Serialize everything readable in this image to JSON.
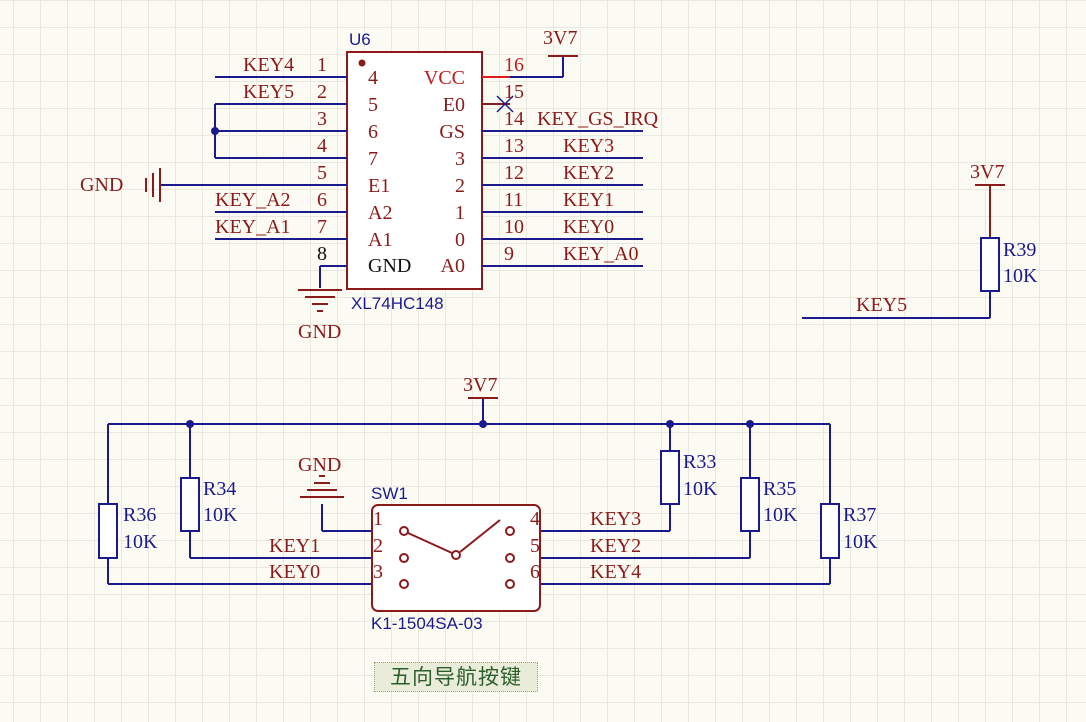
{
  "u6": {
    "ref": "U6",
    "part": "XL74HC148",
    "left_pins": [
      {
        "net": "KEY4",
        "num": "1",
        "name": "4"
      },
      {
        "net": "KEY5",
        "num": "2",
        "name": "5"
      },
      {
        "net": "",
        "num": "3",
        "name": "6"
      },
      {
        "net": "",
        "num": "4",
        "name": "7"
      },
      {
        "net": "",
        "num": "5",
        "name": "E1"
      },
      {
        "net": "KEY_A2",
        "num": "6",
        "name": "A2"
      },
      {
        "net": "KEY_A1",
        "num": "7",
        "name": "A1"
      },
      {
        "net": "",
        "num": "8",
        "name": "GND"
      }
    ],
    "right_pins": [
      {
        "net": "",
        "num": "16",
        "name": "VCC"
      },
      {
        "net": "",
        "num": "15",
        "name": "E0"
      },
      {
        "net": "KEY_GS_IRQ",
        "num": "14",
        "name": "GS"
      },
      {
        "net": "KEY3",
        "num": "13",
        "name": "3"
      },
      {
        "net": "KEY2",
        "num": "12",
        "name": "2"
      },
      {
        "net": "KEY1",
        "num": "11",
        "name": "1"
      },
      {
        "net": "KEY0",
        "num": "10",
        "name": "0"
      },
      {
        "net": "KEY_A0",
        "num": "9",
        "name": "A0"
      }
    ]
  },
  "power": {
    "v37": "3V7",
    "gnd": "GND"
  },
  "r39": {
    "ref": "R39",
    "value": "10K",
    "net": "KEY5"
  },
  "resistors": [
    {
      "ref": "R36",
      "value": "10K"
    },
    {
      "ref": "R34",
      "value": "10K"
    },
    {
      "ref": "R33",
      "value": "10K"
    },
    {
      "ref": "R35",
      "value": "10K"
    },
    {
      "ref": "R37",
      "value": "10K"
    }
  ],
  "sw1": {
    "ref": "SW1",
    "part": "K1-1504SA-03",
    "left_pins": [
      {
        "num": "1",
        "net": ""
      },
      {
        "num": "2",
        "net": "KEY1"
      },
      {
        "num": "3",
        "net": "KEY0"
      }
    ],
    "right_pins": [
      {
        "num": "4",
        "net": "KEY3"
      },
      {
        "num": "5",
        "net": "KEY2"
      },
      {
        "num": "6",
        "net": "KEY4"
      }
    ]
  },
  "note": "五向导航按键",
  "colors": {
    "component": "#8b1a1a",
    "wire": "#1a1a8c",
    "pin_red": "#e01b1b",
    "grid": "#e9e8df",
    "background": "#fcfbf3"
  }
}
